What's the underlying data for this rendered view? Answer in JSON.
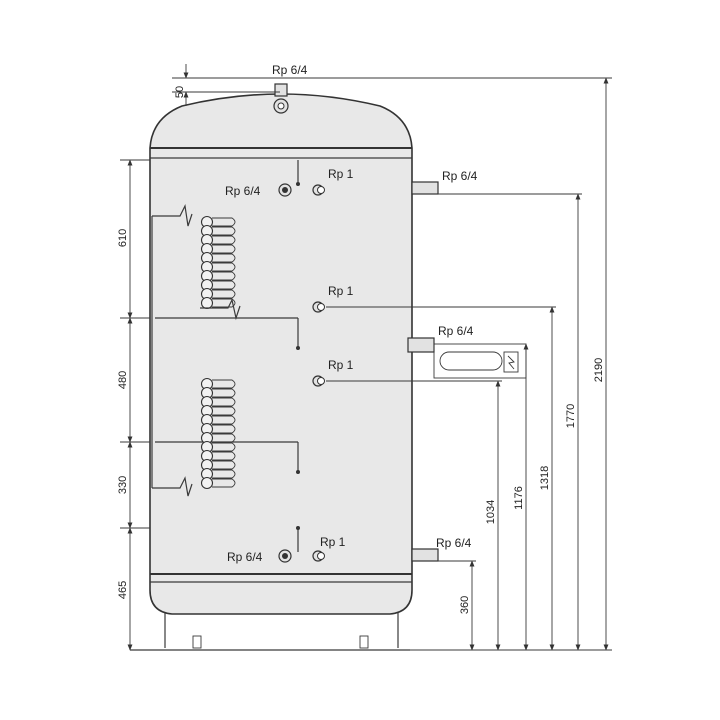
{
  "connections": {
    "top": "Rp 6/4",
    "upper_right": "Rp 6/4",
    "upper_sensor_left": "Rp 6/4",
    "upper_sensor_right": "Rp 1",
    "middle_sensor": "Rp 1",
    "heater": "Rp 6/4",
    "lower_middle_sensor": "Rp 1",
    "lower_sensor_left": "Rp 6/4",
    "lower_sensor_right": "Rp 1",
    "lower_right": "Rp 6/4"
  },
  "dimensions_left": {
    "top_offset": "50",
    "upper_coil": "610",
    "middle": "480",
    "lower_coil": "330",
    "bottom": "465"
  },
  "dimensions_right": {
    "d360": "360",
    "d1034": "1034",
    "d1176": "1176",
    "d1318": "1318",
    "d1770": "1770",
    "d2190": "2190"
  }
}
